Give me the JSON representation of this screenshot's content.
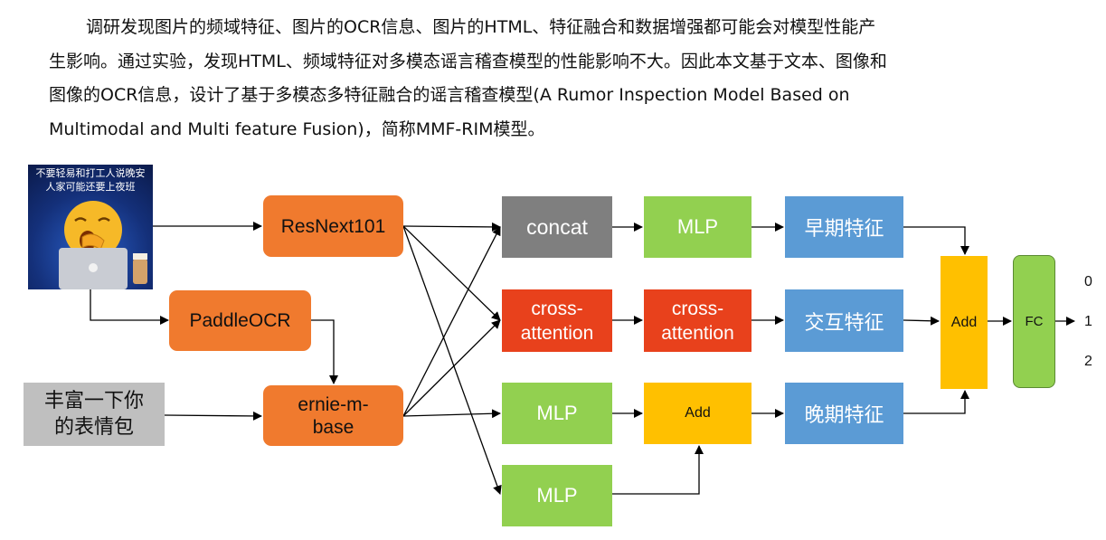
{
  "paragraph": {
    "lines": [
      "调研发现图片的频域特征、图片的OCR信息、图片的HTML、特征融合和数据增强都可能会对模型性能产",
      "生影响。通过实验，发现HTML、频域特征对多模态谣言稽查模型的性能影响不大。因此本文基于文本、图像和",
      "图像的OCR信息，设计了基于多模态多特征融合的谣言稽查模型(A Rumor Inspection Model Based on",
      "Multimodal and Multi feature Fusion)，简称MMF-RIM模型。"
    ]
  },
  "diagram": {
    "image": {
      "caption_line1": "不要轻易和打工人说晚安",
      "caption_line2": "人家可能还要上夜班"
    },
    "sticker_text": "丰富一下你\n的表情包",
    "nodes": {
      "resnext": "ResNext101",
      "paddleocr": "PaddleOCR",
      "ernie": "ernie-m-\nbase",
      "concat": "concat",
      "cross1": "cross-\nattention",
      "mlp_text": "MLP",
      "mlp_image": "MLP",
      "mlp_top": "MLP",
      "cross2": "cross-\nattention",
      "add_mid": "Add",
      "early": "早期特征",
      "interact": "交互特征",
      "late": "晚期特征",
      "add_big": "Add",
      "fc": "FC"
    },
    "outputs": [
      "0",
      "1",
      "2"
    ],
    "colors": {
      "encoder": "#f07a2e",
      "concat": "#7f7f7f",
      "cross_attention": "#e8411c",
      "mlp": "#92d050",
      "feature": "#5b9bd5",
      "add": "#ffc000"
    }
  }
}
